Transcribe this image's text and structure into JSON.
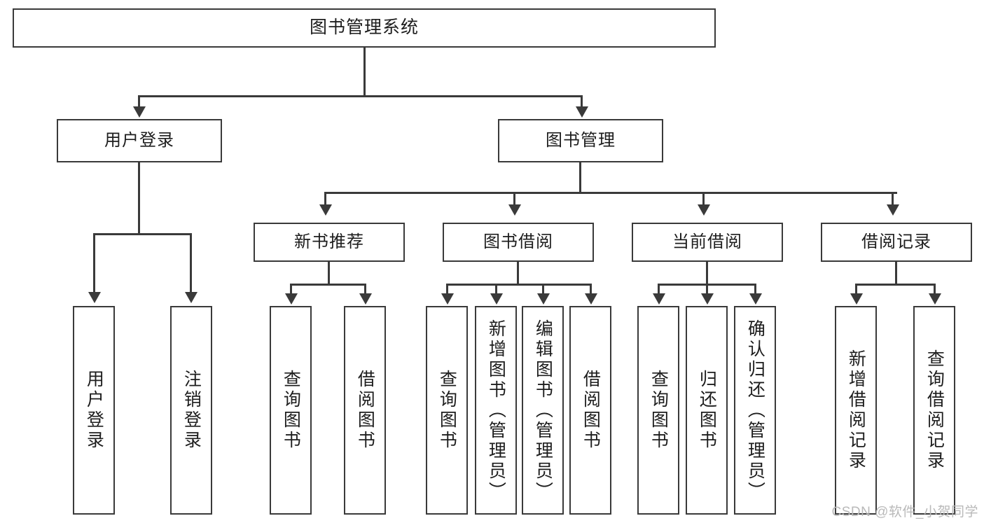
{
  "diagram": {
    "title": "图书管理系统",
    "watermark": "CSDN @软件_小贺同学",
    "nodes": {
      "root": "图书管理系统",
      "level2": [
        {
          "label": "用户登录"
        },
        {
          "label": "图书管理"
        }
      ],
      "level3": [
        {
          "label": "新书推荐"
        },
        {
          "label": "图书借阅"
        },
        {
          "label": "当前借阅"
        },
        {
          "label": "借阅记录"
        }
      ],
      "leaves": {
        "user_login": [
          {
            "label": "用户登录"
          },
          {
            "label": "注销登录"
          }
        ],
        "new_book_recommend": [
          {
            "label": "查询图书"
          },
          {
            "label": "借阅图书"
          }
        ],
        "book_borrow": [
          {
            "label": "查询图书"
          },
          {
            "label": "新增图书（管理员）"
          },
          {
            "label": "编辑图书（管理员）"
          },
          {
            "label": "借阅图书"
          }
        ],
        "current_borrow": [
          {
            "label": "查询图书"
          },
          {
            "label": "归还图书"
          },
          {
            "label": "确认归还（管理员）"
          }
        ],
        "borrow_record": [
          {
            "label": "新增借阅记录"
          },
          {
            "label": "查询借阅记录"
          }
        ]
      }
    },
    "colors": {
      "stroke": "#3a3a3a",
      "fill": "#ffffff",
      "text": "#1d1d1d",
      "watermark": "#b9b9b9"
    }
  }
}
